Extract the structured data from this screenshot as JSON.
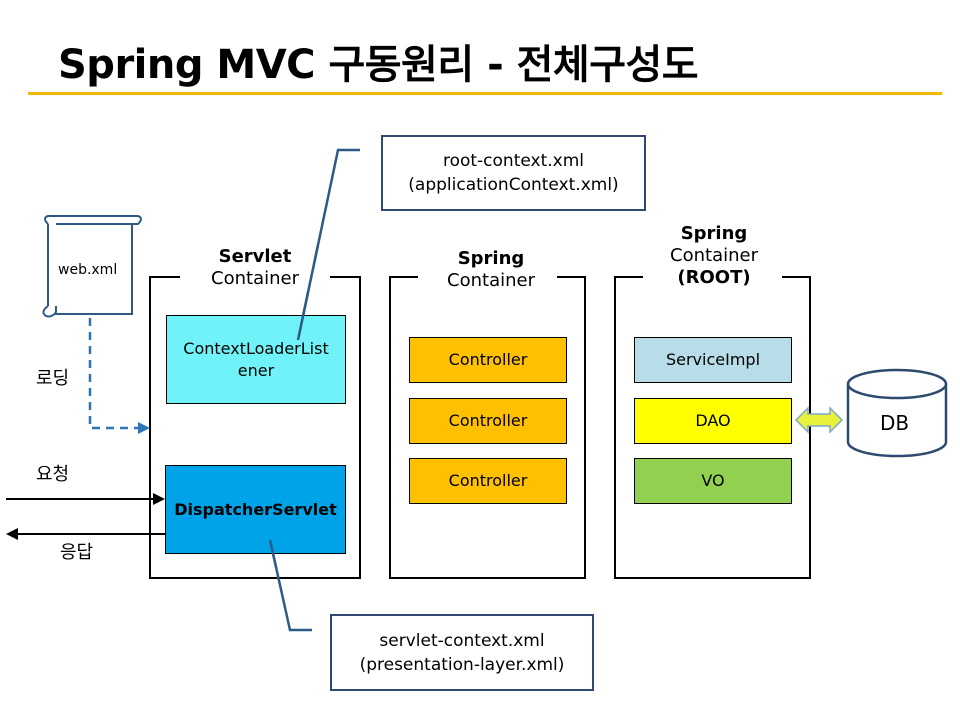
{
  "title": "Spring MVC 구동원리  -  전체구성도",
  "webxml": {
    "label": "web.xml"
  },
  "side_labels": {
    "loading": "로딩",
    "request": "요청",
    "response": "응답"
  },
  "containers": {
    "servlet": {
      "bold": "Servlet",
      "normal": "Container"
    },
    "spring": {
      "bold": "Spring",
      "normal": "Container"
    },
    "root": {
      "bold": "Spring",
      "normal": "Container",
      "bold2": "(ROOT)"
    }
  },
  "servlet_items": {
    "listener_line1": "ContextLoaderList",
    "listener_line2": "ener",
    "dispatcher": "DispatcherServlet"
  },
  "controllers": [
    "Controller",
    "Controller",
    "Controller"
  ],
  "root_items": {
    "service": "ServiceImpl",
    "dao": "DAO",
    "vo": "VO"
  },
  "db": "DB",
  "notes": {
    "root_context": {
      "line1": "root-context.xml",
      "line2": "(applicationContext.xml)"
    },
    "servlet_context": {
      "line1": "servlet-context.xml",
      "line2": "(presentation-layer.xml)"
    }
  },
  "colors": {
    "title_rule": "#f2b705",
    "listener_fill": "#6ff2f8",
    "dispatcher_fill": "#00a3e8",
    "controller_fill": "#ffc000",
    "service_fill": "#b7dde8",
    "dao_fill": "#ffff00",
    "vo_fill": "#92d050",
    "connector": "#2e5a88"
  }
}
